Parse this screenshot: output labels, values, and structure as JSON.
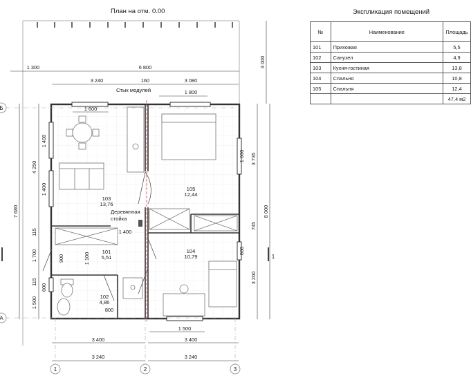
{
  "plan_title": "План на отм. 0.00",
  "explication": {
    "title": "Экспликация помещений",
    "headers": [
      "№",
      "Наименование",
      "Площадь"
    ],
    "rows": [
      {
        "no": "101",
        "name": "Прихожая",
        "area": "5,5"
      },
      {
        "no": "102",
        "name": "Санузел",
        "area": "4,9"
      },
      {
        "no": "103",
        "name": "Кухня-гостиная",
        "area": "13,8"
      },
      {
        "no": "104",
        "name": "Спальня",
        "area": "10,8"
      },
      {
        "no": "105",
        "name": "Спальня",
        "area": "12,4"
      }
    ],
    "total": "47,4 м2"
  },
  "rooms": [
    {
      "no": "103",
      "area": "13,76"
    },
    {
      "no": "105",
      "area": "12,44"
    },
    {
      "no": "101",
      "area": "5,51"
    },
    {
      "no": "104",
      "area": "10,79"
    },
    {
      "no": "102",
      "area": "4,86"
    }
  ],
  "notes": {
    "module_joint": "Стык модулей",
    "wood_post_1": "Деревянная",
    "wood_post_2": "стойка"
  },
  "axes": {
    "letters": [
      "Б",
      "А"
    ],
    "numbers": [
      "1",
      "2",
      "3"
    ],
    "right_partial": "1"
  },
  "dims": {
    "top_overall": "6 800",
    "left_1300": "1 300",
    "top_3240": "3 240",
    "top_160": "160",
    "top_3080": "3 080",
    "window_1800": "1 800",
    "window_1600_top": "1 600",
    "right_3000": "3 000",
    "right_3735": "3 735",
    "right_8000": "8 000",
    "right_745": "745",
    "right_3200": "3 200",
    "win_right_1600": "1 600",
    "win_right_800": "800",
    "left_7680": "7 680",
    "left_4250": "4 250",
    "left_1400a": "1 400",
    "left_1400b": "1 400",
    "left_115a": "115",
    "left_1700": "1 700",
    "left_115b": "115",
    "left_600": "600",
    "left_1500": "1 500",
    "door_900": "900",
    "door_1100": "1 100",
    "door_1400": "1 400",
    "door_800": "800",
    "window_1500": "1 500",
    "bottom_3400a": "3 400",
    "bottom_3400b": "3 400",
    "bottom_3240a": "3 240",
    "bottom_3240b": "3 240"
  }
}
